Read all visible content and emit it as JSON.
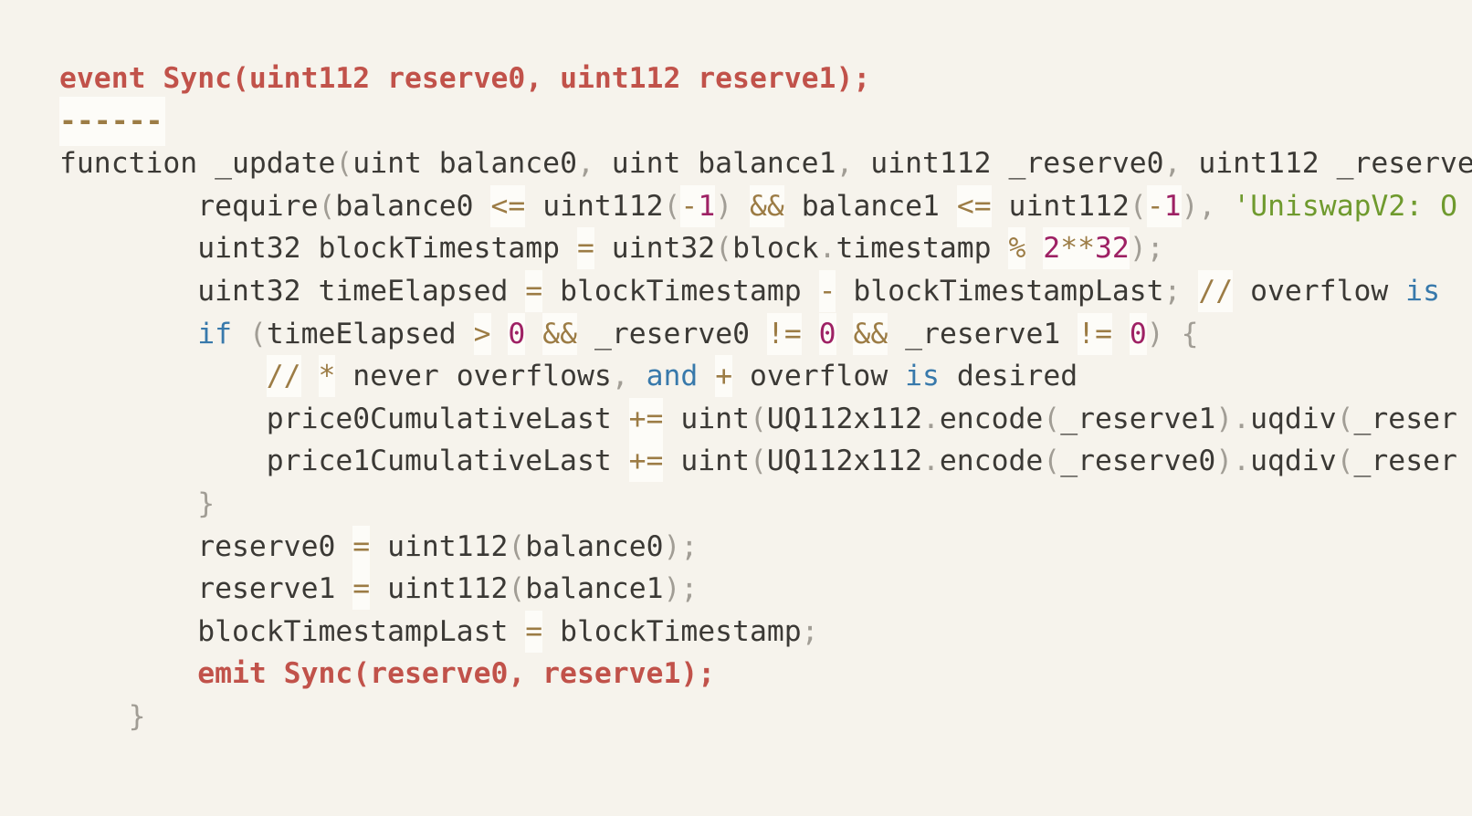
{
  "page": {
    "background_color": "#f6f3ec",
    "content": "solidity-code-snippet"
  },
  "colors": {
    "code_text": "#3b3935",
    "punctuation": "#a19d95",
    "operator": "#9c7c45",
    "operator_highlight": "#fdfcf8",
    "number": "#9e2164",
    "keyword_blue": "#3879ab",
    "statement_red": "#c1524a",
    "string_green": "#6f9a2e"
  },
  "code": {
    "language": "solidity",
    "lines": [
      {
        "ind": 0,
        "tok": [
          [
            "r",
            "event Sync(uint112 reserve0, uint112 reserve1);"
          ]
        ]
      },
      {
        "ind": 0,
        "tok": [
          [
            "sep",
            "------"
          ]
        ]
      },
      {
        "ind": 0,
        "tok": [
          [
            "k",
            "function _update"
          ],
          [
            "p",
            "("
          ],
          [
            "k",
            "uint balance0"
          ],
          [
            "p",
            ","
          ],
          [
            "k",
            " uint balance1"
          ],
          [
            "p",
            ","
          ],
          [
            "k",
            " uint112 _reserve0"
          ],
          [
            "p",
            ","
          ],
          [
            "k",
            " uint112 _reserve"
          ]
        ]
      },
      {
        "ind": 8,
        "tok": [
          [
            "k",
            "require"
          ],
          [
            "p",
            "("
          ],
          [
            "k",
            "balance0 "
          ],
          [
            "o",
            "<="
          ],
          [
            "k",
            " uint112"
          ],
          [
            "p",
            "("
          ],
          [
            "o",
            "-"
          ],
          [
            "n",
            "1"
          ],
          [
            "p",
            ")"
          ],
          [
            "k",
            " "
          ],
          [
            "o",
            "&&"
          ],
          [
            "k",
            " balance1 "
          ],
          [
            "o",
            "<="
          ],
          [
            "k",
            " uint112"
          ],
          [
            "p",
            "("
          ],
          [
            "o",
            "-"
          ],
          [
            "n",
            "1"
          ],
          [
            "p",
            "),"
          ],
          [
            "k",
            " "
          ],
          [
            "g",
            "'UniswapV2: O"
          ]
        ]
      },
      {
        "ind": 8,
        "tok": [
          [
            "k",
            "uint32 blockTimestamp "
          ],
          [
            "o",
            "="
          ],
          [
            "k",
            " uint32"
          ],
          [
            "p",
            "("
          ],
          [
            "k",
            "block"
          ],
          [
            "p",
            "."
          ],
          [
            "k",
            "timestamp "
          ],
          [
            "o",
            "%"
          ],
          [
            "k",
            " "
          ],
          [
            "n",
            "2"
          ],
          [
            "o",
            "**"
          ],
          [
            "n",
            "32"
          ],
          [
            "p",
            ");"
          ]
        ]
      },
      {
        "ind": 8,
        "tok": [
          [
            "k",
            "uint32 timeElapsed "
          ],
          [
            "o",
            "="
          ],
          [
            "k",
            " blockTimestamp "
          ],
          [
            "o",
            "-"
          ],
          [
            "k",
            " blockTimestampLast"
          ],
          [
            "p",
            ";"
          ],
          [
            "k",
            " "
          ],
          [
            "o",
            "//"
          ],
          [
            "k",
            " overflow "
          ],
          [
            "b",
            "is"
          ]
        ]
      },
      {
        "ind": 8,
        "tok": [
          [
            "b",
            "if"
          ],
          [
            "k",
            " "
          ],
          [
            "p",
            "("
          ],
          [
            "k",
            "timeElapsed "
          ],
          [
            "o",
            ">"
          ],
          [
            "k",
            " "
          ],
          [
            "n",
            "0"
          ],
          [
            "k",
            " "
          ],
          [
            "o",
            "&&"
          ],
          [
            "k",
            " _reserve0 "
          ],
          [
            "o",
            "!="
          ],
          [
            "k",
            " "
          ],
          [
            "n",
            "0"
          ],
          [
            "k",
            " "
          ],
          [
            "o",
            "&&"
          ],
          [
            "k",
            " _reserve1 "
          ],
          [
            "o",
            "!="
          ],
          [
            "k",
            " "
          ],
          [
            "n",
            "0"
          ],
          [
            "p",
            ")"
          ],
          [
            "k",
            " "
          ],
          [
            "p",
            "{"
          ]
        ]
      },
      {
        "ind": 12,
        "tok": [
          [
            "o",
            "//"
          ],
          [
            "k",
            " "
          ],
          [
            "o",
            "*"
          ],
          [
            "k",
            " never overflows"
          ],
          [
            "p",
            ","
          ],
          [
            "k",
            " "
          ],
          [
            "b",
            "and"
          ],
          [
            "k",
            " "
          ],
          [
            "o",
            "+"
          ],
          [
            "k",
            " overflow "
          ],
          [
            "b",
            "is"
          ],
          [
            "k",
            " desired"
          ]
        ]
      },
      {
        "ind": 12,
        "tok": [
          [
            "k",
            "price0CumulativeLast "
          ],
          [
            "o",
            "+="
          ],
          [
            "k",
            " uint"
          ],
          [
            "p",
            "("
          ],
          [
            "k",
            "UQ112x112"
          ],
          [
            "p",
            "."
          ],
          [
            "k",
            "encode"
          ],
          [
            "p",
            "("
          ],
          [
            "k",
            "_reserve1"
          ],
          [
            "p",
            ")."
          ],
          [
            "k",
            "uqdiv"
          ],
          [
            "p",
            "("
          ],
          [
            "k",
            "_reser"
          ]
        ]
      },
      {
        "ind": 12,
        "tok": [
          [
            "k",
            "price1CumulativeLast "
          ],
          [
            "o",
            "+="
          ],
          [
            "k",
            " uint"
          ],
          [
            "p",
            "("
          ],
          [
            "k",
            "UQ112x112"
          ],
          [
            "p",
            "."
          ],
          [
            "k",
            "encode"
          ],
          [
            "p",
            "("
          ],
          [
            "k",
            "_reserve0"
          ],
          [
            "p",
            ")."
          ],
          [
            "k",
            "uqdiv"
          ],
          [
            "p",
            "("
          ],
          [
            "k",
            "_reser"
          ]
        ]
      },
      {
        "ind": 8,
        "tok": [
          [
            "p",
            "}"
          ]
        ]
      },
      {
        "ind": 8,
        "tok": [
          [
            "k",
            "reserve0 "
          ],
          [
            "o",
            "="
          ],
          [
            "k",
            " uint112"
          ],
          [
            "p",
            "("
          ],
          [
            "k",
            "balance0"
          ],
          [
            "p",
            ");"
          ]
        ]
      },
      {
        "ind": 8,
        "tok": [
          [
            "k",
            "reserve1 "
          ],
          [
            "o",
            "="
          ],
          [
            "k",
            " uint112"
          ],
          [
            "p",
            "("
          ],
          [
            "k",
            "balance1"
          ],
          [
            "p",
            ");"
          ]
        ]
      },
      {
        "ind": 8,
        "tok": [
          [
            "k",
            "blockTimestampLast "
          ],
          [
            "o",
            "="
          ],
          [
            "k",
            " blockTimestamp"
          ],
          [
            "p",
            ";"
          ]
        ]
      },
      {
        "ind": 8,
        "tok": [
          [
            "r",
            "emit Sync(reserve0, reserve1);"
          ]
        ]
      },
      {
        "ind": 4,
        "tok": [
          [
            "p",
            "}"
          ]
        ]
      }
    ]
  }
}
